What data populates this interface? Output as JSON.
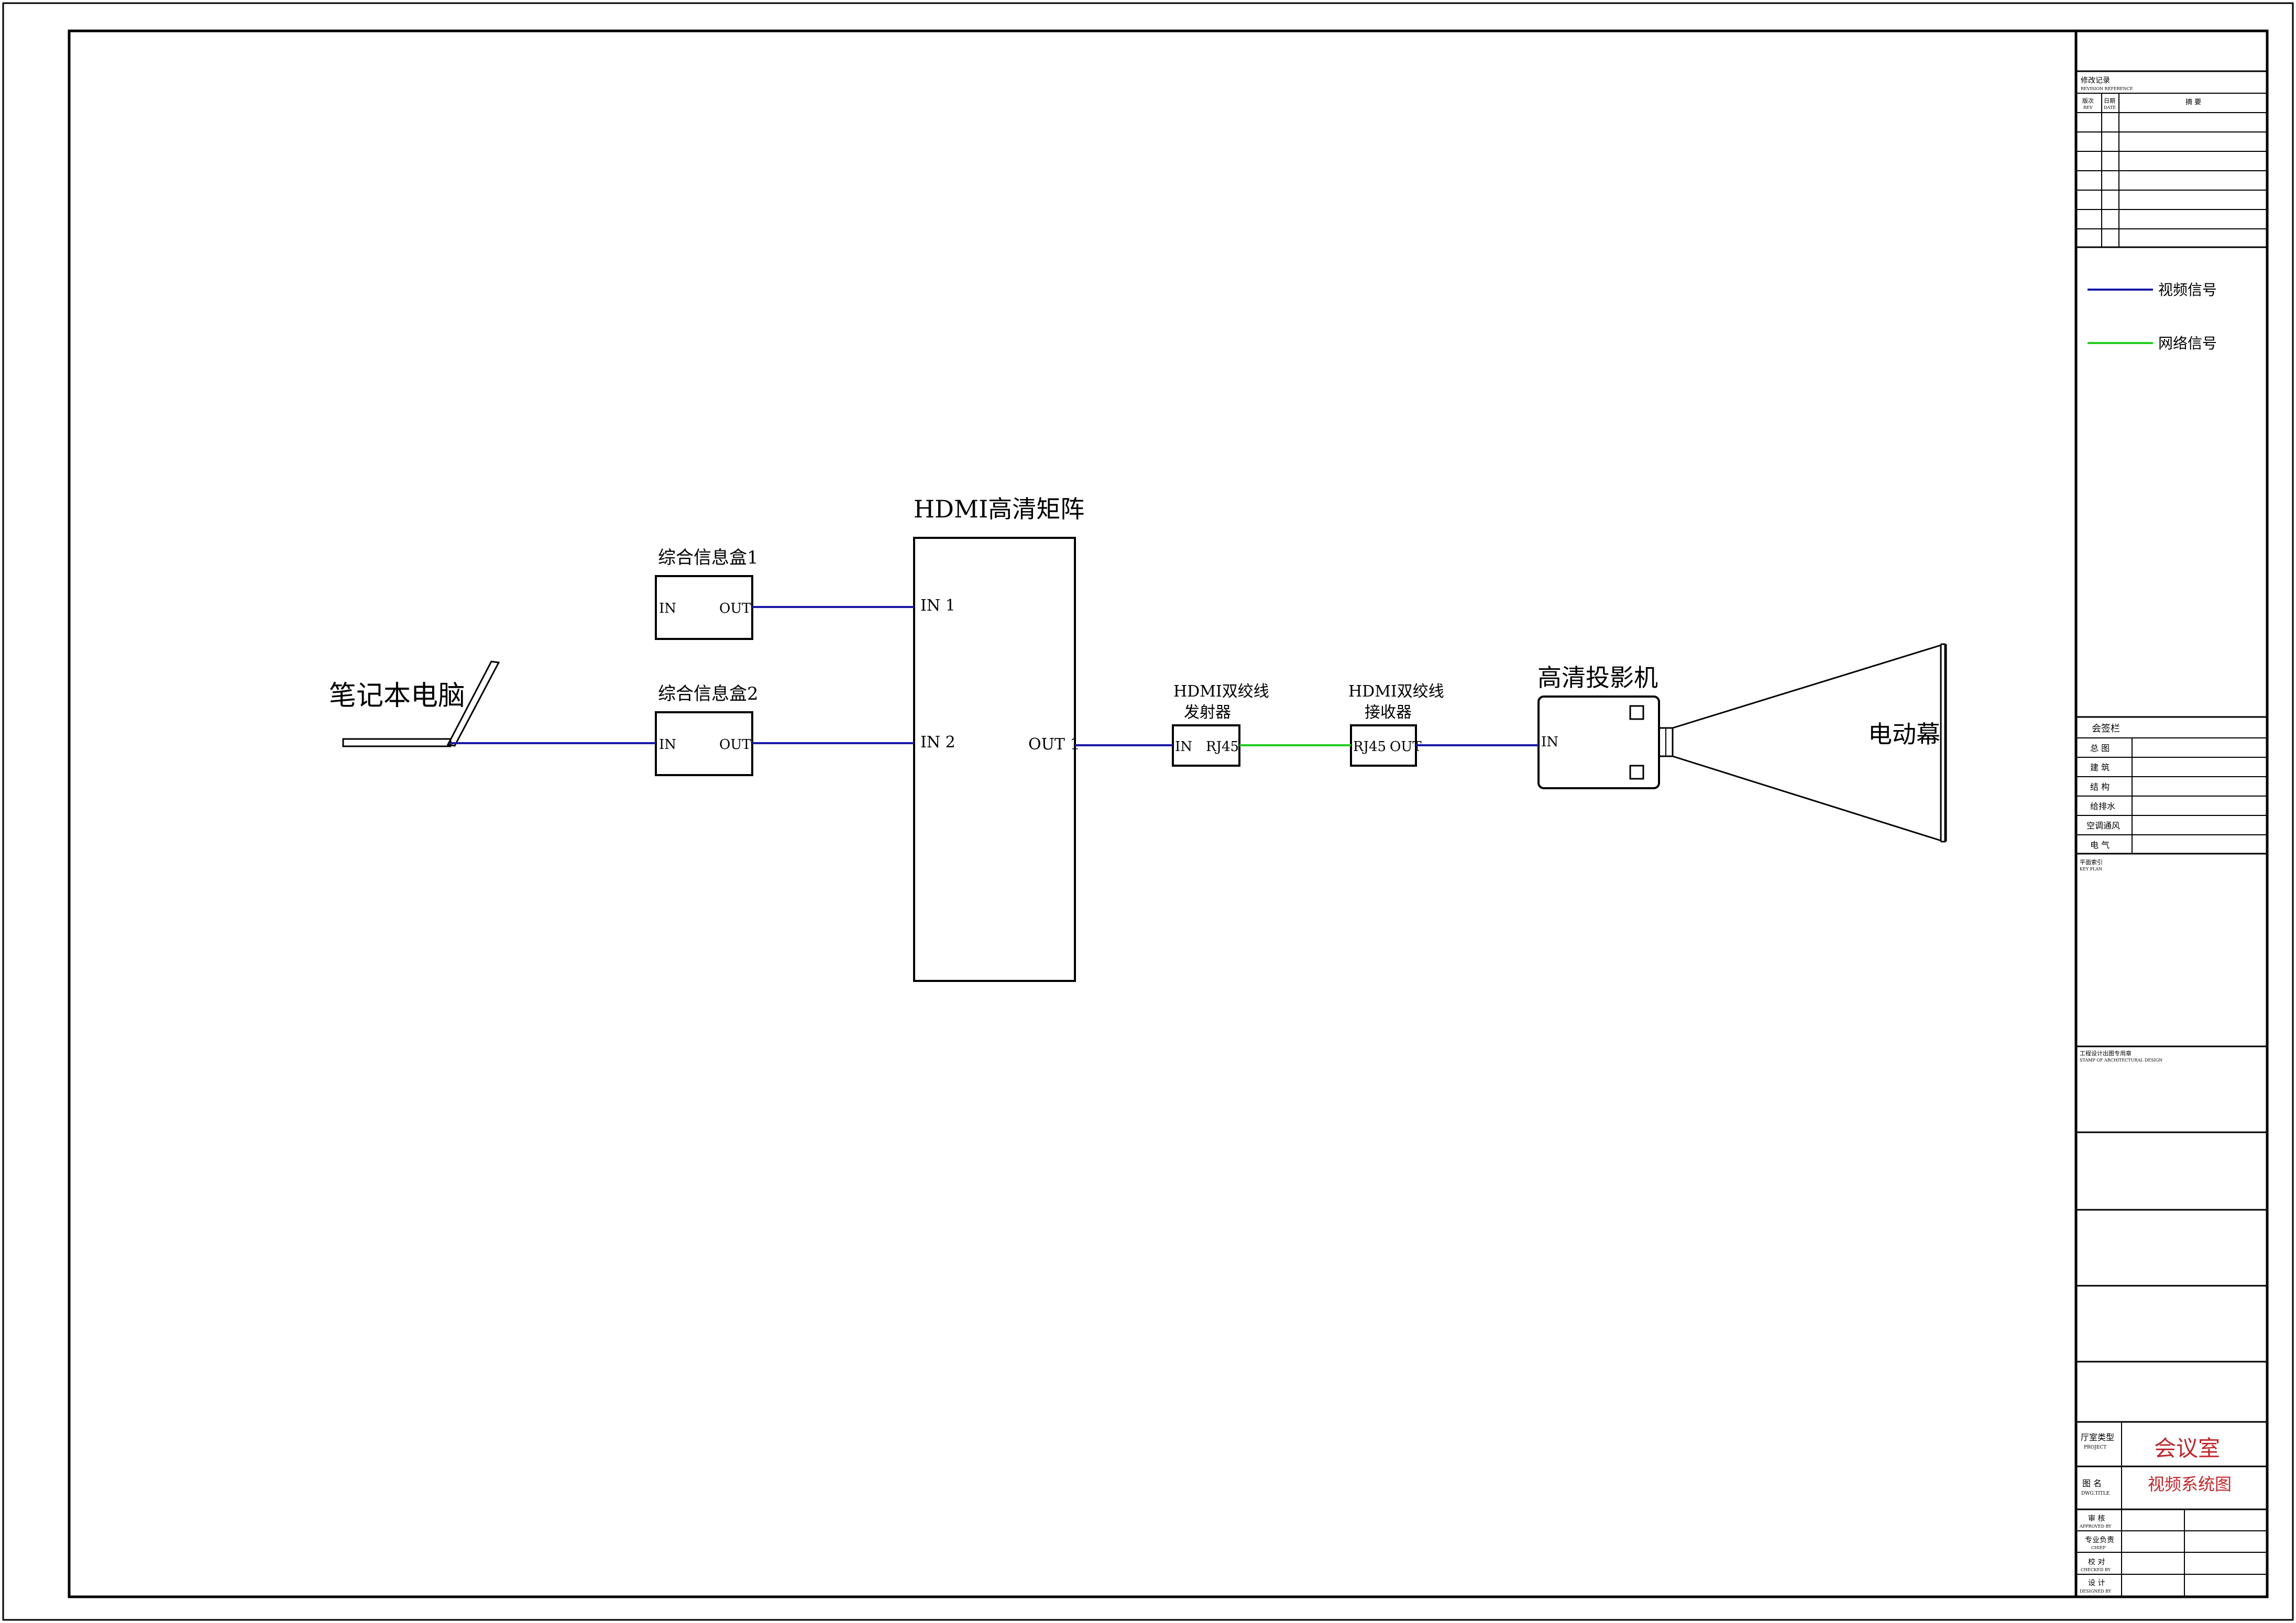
{
  "colors": {
    "video_signal": "#1a1aa6",
    "network_signal": "#22cc22",
    "line": "#000000",
    "title_red": "#c0272d"
  },
  "laptop": {
    "label": "笔记本电脑"
  },
  "info_box_1": {
    "title": "综合信息盒1",
    "in": "IN",
    "out": "OUT"
  },
  "info_box_2": {
    "title": "综合信息盒2",
    "in": "IN",
    "out": "OUT"
  },
  "matrix": {
    "title": "HDMI高清矩阵",
    "in1": "IN 1",
    "in2": "IN 2",
    "out1": "OUT 1"
  },
  "transmitter": {
    "title_line1": "HDMI双绞线",
    "title_line2": "发射器",
    "in": "IN",
    "rj45": "RJ45"
  },
  "receiver": {
    "title_line1": "HDMI双绞线",
    "title_line2": "接收器",
    "rj45": "RJ45",
    "out": "OUT"
  },
  "projector": {
    "title": "高清投影机",
    "in": "IN"
  },
  "screen": {
    "label": "电动幕"
  },
  "title_block": {
    "revision_header": "修改记录",
    "revision_header_en": "REVISION REFERENCE",
    "rev_col": "版次",
    "rev_col_en": "REV",
    "date_col": "日期",
    "date_col_en": "DATE",
    "desc_col": "摘  要",
    "legend": [
      {
        "label": "视频信号",
        "color": "#1a1aa6"
      },
      {
        "label": "网络信号",
        "color": "#22cc22"
      }
    ],
    "sign_header": "会签栏",
    "sign_rows": [
      "总  图",
      "建  筑",
      "结  构",
      "给排水",
      "空调通风",
      "电  气"
    ],
    "key_plan": "平面索引",
    "key_plan_en": "KEY PLAN",
    "stamp": "工程设计出图专用章",
    "stamp_en": "STAMP OF ARCHITECTURAL DESIGN",
    "project_label": "厅室类型",
    "project_label_en": "PROJECT",
    "project_value": "会议室",
    "drawing_label": "图  名",
    "drawing_label_en": "DWG.TITLE",
    "drawing_value": "视频系统图",
    "approval_rows": [
      {
        "cn": "审  核",
        "en": "APPROVED BY"
      },
      {
        "cn": "专业负责",
        "en": "CHIEF"
      },
      {
        "cn": "校  对",
        "en": "CHECKED BY"
      },
      {
        "cn": "设  计",
        "en": "DESIGNED BY"
      }
    ]
  }
}
